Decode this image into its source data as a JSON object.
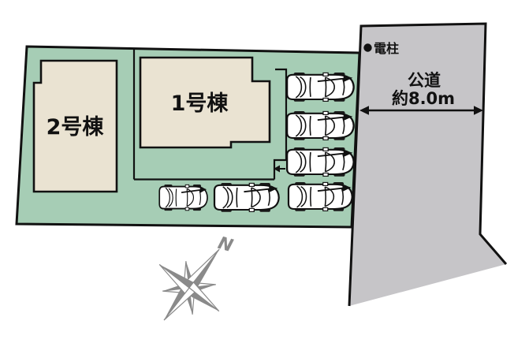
{
  "plan": {
    "buildings": [
      {
        "label": "1号棟"
      },
      {
        "label": "2号棟"
      }
    ],
    "road": {
      "name": "公道",
      "width": "約8.0m"
    },
    "utility_pole": {
      "label": "電柱"
    },
    "compass": {
      "north": "N"
    },
    "parking": {
      "car_count": 6
    },
    "colors": {
      "plot": "#a6cdb5",
      "building": "#eae3d2",
      "road": "#c6c5c8",
      "compass": "#8a8a8a",
      "outline": "#111111"
    }
  }
}
